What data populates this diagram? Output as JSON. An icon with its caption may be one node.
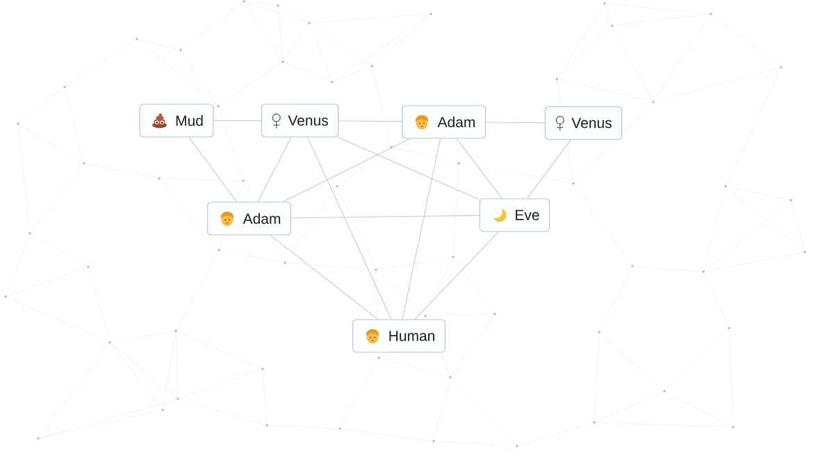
{
  "diagram": {
    "nodes": [
      {
        "text": [
          "Mud"
        ]
      },
      {
        "text": [
          "Venus"
        ]
      },
      {
        "text": [
          "Adam"
        ]
      },
      {
        "text": [
          "Venus"
        ]
      },
      {
        "text": [
          "Adam"
        ]
      },
      {
        "text": [
          "Eve"
        ]
      },
      {
        "text": [
          "Human"
        ]
      }
    ],
    "edges": [
      {
        "from": 0,
        "to": 1,
        "arrow": "none"
      },
      {
        "from": 1,
        "to": 2,
        "arrow": "none"
      },
      {
        "from": 2,
        "to": 3,
        "arrow": "none"
      },
      {
        "from": 0,
        "to": 4,
        "arrow": "none"
      },
      {
        "from": 1,
        "to": 4,
        "arrow": "none"
      },
      {
        "from": 4,
        "to": 2,
        "arrow": "none"
      },
      {
        "from": 4,
        "to": 5,
        "arrow": "none"
      },
      {
        "from": 1,
        "to": 5,
        "arrow": "none"
      },
      {
        "from": 2,
        "to": 5,
        "arrow": "none"
      },
      {
        "from": 3,
        "to": 5,
        "arrow": "none"
      },
      {
        "from": 4,
        "to": 6,
        "arrow": "none"
      },
      {
        "from": 1,
        "to": 6,
        "arrow": "none"
      },
      {
        "from": 2,
        "to": 6,
        "arrow": "none"
      },
      {
        "from": 5,
        "to": 6,
        "arrow": "none"
      }
    ]
  }
}
